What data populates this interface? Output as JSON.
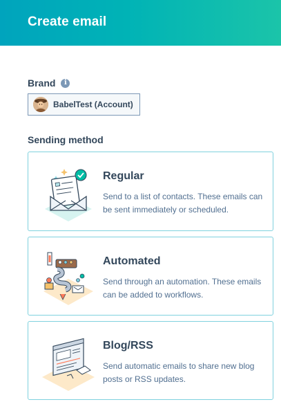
{
  "header": {
    "title": "Create email"
  },
  "brand": {
    "label": "Brand",
    "info_icon": "info-icon",
    "selected": "BabelTest (Account)"
  },
  "sending_method": {
    "label": "Sending method",
    "options": [
      {
        "title": "Regular",
        "description": "Send to a list of contacts. These emails can be sent immediately or scheduled.",
        "icon": "envelope-illustration"
      },
      {
        "title": "Automated",
        "description": "Send through an automation. These emails can be added to workflows.",
        "icon": "automation-illustration"
      },
      {
        "title": "Blog/RSS",
        "description": "Send automatic emails to share new blog posts or RSS updates.",
        "icon": "blog-browser-illustration"
      }
    ]
  },
  "colors": {
    "header_gradient_start": "#00a4bd",
    "header_gradient_end": "#1bc4a9",
    "card_border": "#7fd1de",
    "text_primary": "#33475b",
    "text_secondary": "#516f90"
  }
}
